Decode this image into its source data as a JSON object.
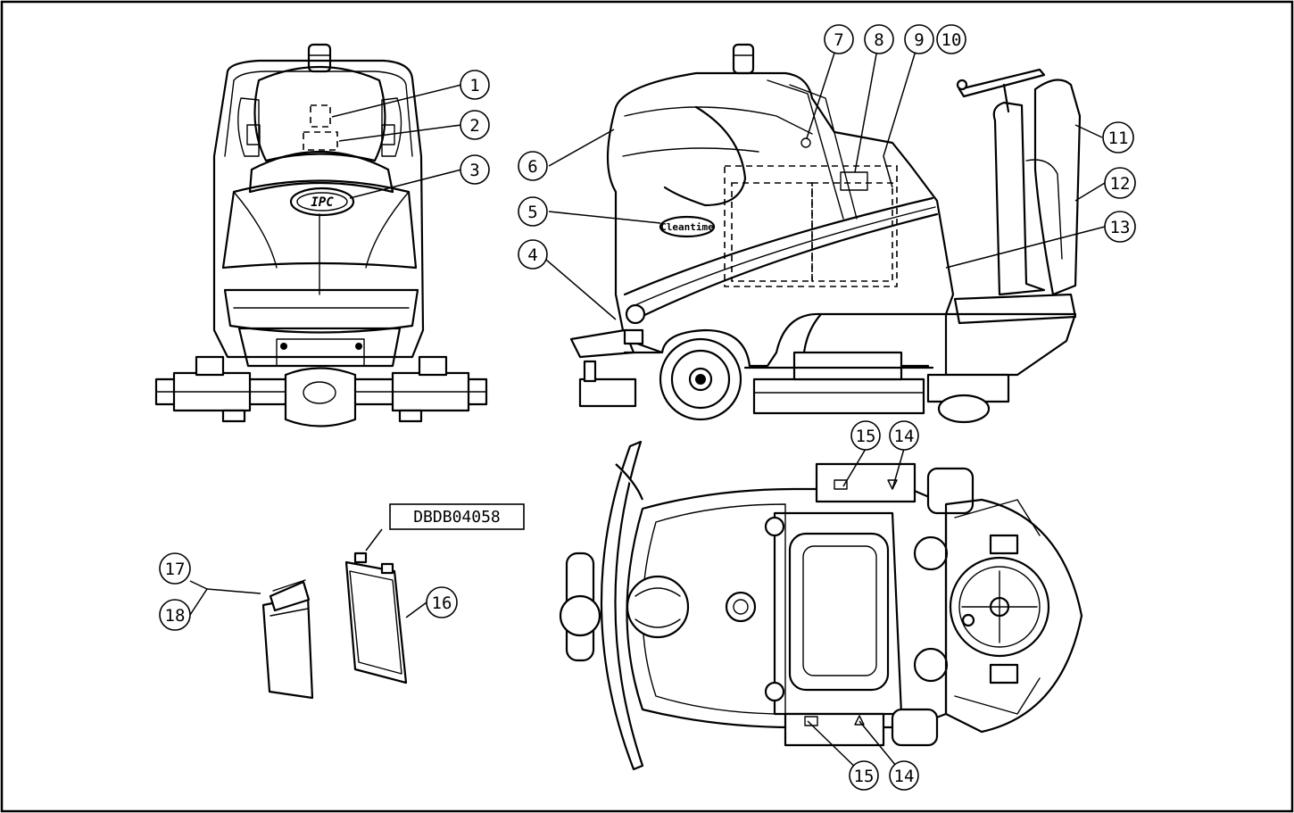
{
  "callouts": [
    {
      "n": "1"
    },
    {
      "n": "2"
    },
    {
      "n": "3"
    },
    {
      "n": "4"
    },
    {
      "n": "5"
    },
    {
      "n": "6"
    },
    {
      "n": "7"
    },
    {
      "n": "8"
    },
    {
      "n": "9"
    },
    {
      "n": "10"
    },
    {
      "n": "11"
    },
    {
      "n": "12"
    },
    {
      "n": "13"
    },
    {
      "n": "14"
    },
    {
      "n": "15"
    },
    {
      "n": "14"
    },
    {
      "n": "15"
    },
    {
      "n": "16"
    },
    {
      "n": "17"
    },
    {
      "n": "18"
    }
  ],
  "part_label": "DBDB04058",
  "logo_front": "IPC",
  "logo_side": "Cleantime"
}
